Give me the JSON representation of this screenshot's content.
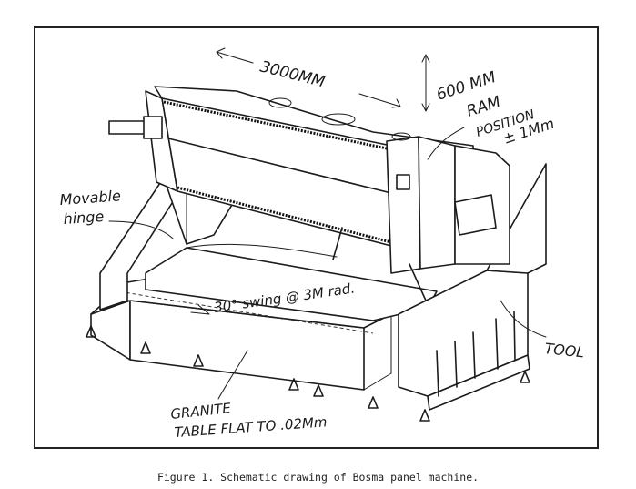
{
  "annotations": {
    "width_dim": "3000MM",
    "height_dim": "600 MM",
    "ram_line1": "RAM",
    "ram_line2": "POSITION",
    "ram_line3": "± 1Mm",
    "hinge_line1": "Movable",
    "hinge_line2": "hinge",
    "swing": "30° swing @ 3M rad.",
    "tool": "TOOL",
    "granite_line1": "GRANITE",
    "granite_line2": "TABLE FLAT TO .02Mm"
  },
  "caption": "Figure 1. Schematic drawing of Bosma panel machine."
}
